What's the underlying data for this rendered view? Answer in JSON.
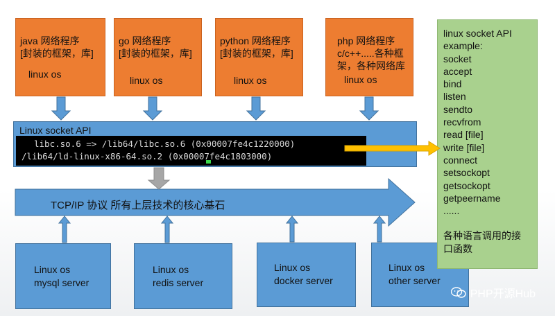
{
  "top_boxes": [
    {
      "line1": "java 网络程序",
      "line2": "[封装的框架，库]",
      "os": "linux os"
    },
    {
      "line1": "go 网络程序",
      "line2": "[封装的框架，库]",
      "os": "linux os"
    },
    {
      "line1": "python 网络程序",
      "line2": "[封装的框架，库]",
      "os": "linux os"
    },
    {
      "line1": "php 网络程序",
      "line2": "c/c++.....各种框",
      "line3": "架，各种网络库",
      "os": "linux os"
    }
  ],
  "socket_api": {
    "title": "Linux socket API",
    "terminal_line1": "libc.so.6 => /lib64/libc.so.6 (0x00007fe4c1220000)",
    "terminal_line2": "/lib64/ld-linux-x86-64.so.2 (0x00007fe4c1803000)"
  },
  "tcp_ip": {
    "label": "TCP/IP 协议 所有上层技术的核心基石"
  },
  "bottom_boxes": [
    {
      "line1": "Linux os",
      "line2": "mysql server"
    },
    {
      "line1": "Linux os",
      "line2": "redis server"
    },
    {
      "line1": "Linux os",
      "line2": "docker server"
    },
    {
      "line1": "Linux os",
      "line2": "other server"
    }
  ],
  "api_panel": {
    "items": [
      "linux socket API",
      "example:",
      "socket",
      "accept",
      "bind",
      "listen",
      "sendto",
      "recvfrom",
      "read [file]",
      "write [file]",
      "connect",
      "setsockopt",
      "getsockopt",
      "getpeername",
      "......",
      "",
      "各种语言调用的接",
      "口函数"
    ]
  },
  "watermark": {
    "text": "PHP开源Hub",
    "icon": "wechat-icon"
  },
  "colors": {
    "orange": "#ed7d31",
    "blue": "#5b9bd5",
    "green": "#a9d18e",
    "arrow_yellow": "#ffc000",
    "arrow_gray": "#a6a6a6"
  }
}
